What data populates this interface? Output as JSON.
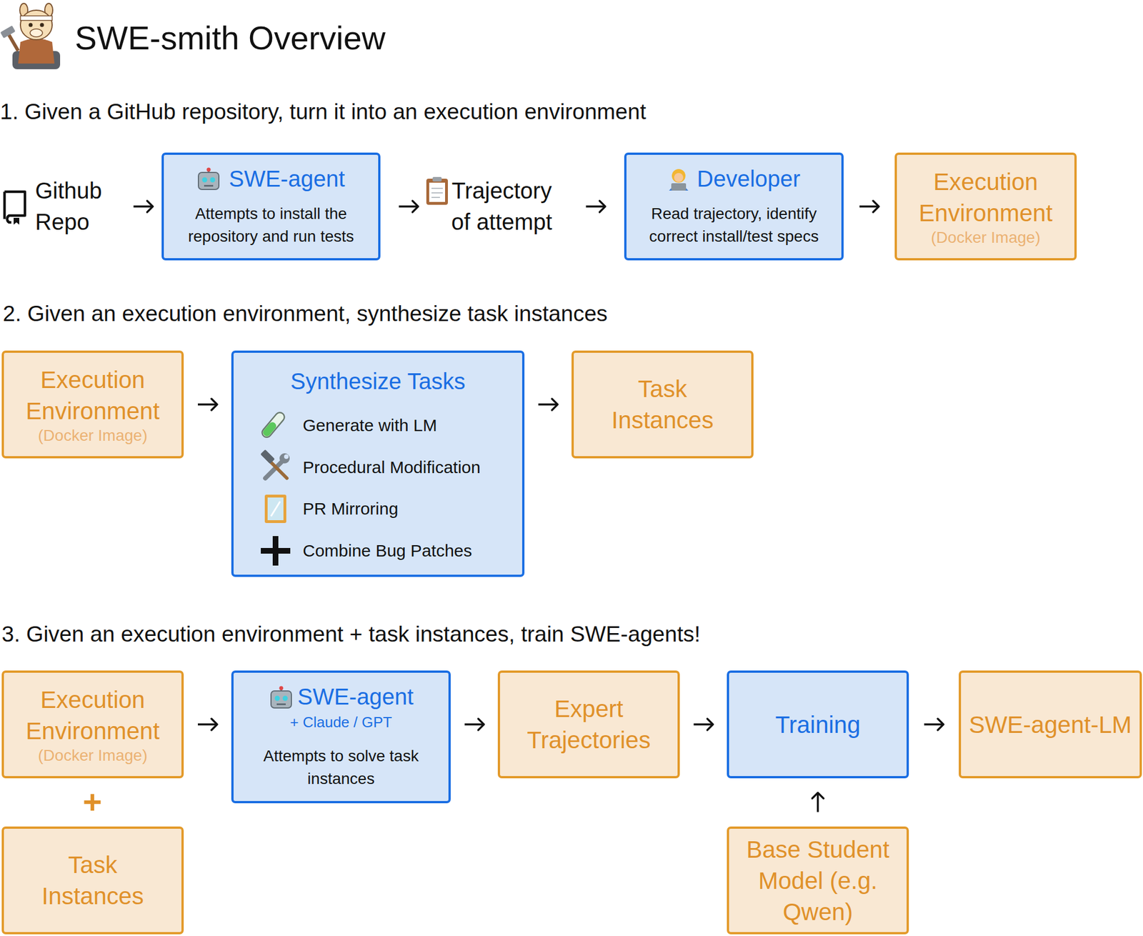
{
  "diagram": {
    "title": "SWE-smith Overview",
    "nodes": [
      {
        "text": [
          "Github Repo"
        ]
      },
      {
        "text": [
          "SWE-agent",
          "Attempts to install the repository and run tests"
        ]
      },
      {
        "text": [
          "Trajectory of attempt"
        ]
      },
      {
        "text": [
          "Developer",
          "Read trajectory, identify correct install/test specs"
        ]
      },
      {
        "text": [
          "Execution Environment",
          "(Docker Image)"
        ]
      },
      {
        "text": [
          "Execution Environment",
          "(Docker Image)"
        ]
      },
      {
        "text": [
          "Synthesize Tasks",
          "Generate with LM",
          "Procedural Modification",
          "PR Mirroring",
          "Combine Bug Patches"
        ]
      },
      {
        "text": [
          "Task Instances"
        ]
      },
      {
        "text": [
          "Execution Environment",
          "(Docker Image)"
        ]
      },
      {
        "text": [
          "SWE-agent",
          "+ Claude / GPT",
          "Attempts to solve task instances"
        ]
      },
      {
        "text": [
          "Expert Trajectories"
        ]
      },
      {
        "text": [
          "Training"
        ]
      },
      {
        "text": [
          "SWE-agent-LM"
        ]
      },
      {
        "text": [
          "Task Instances"
        ]
      },
      {
        "text": [
          "Base Student Model (e.g. Qwen)"
        ]
      }
    ],
    "edges": [
      {
        "from": 0,
        "to": 1,
        "arrow": "to"
      },
      {
        "from": 1,
        "to": 2,
        "arrow": "to"
      },
      {
        "from": 2,
        "to": 3,
        "arrow": "to"
      },
      {
        "from": 3,
        "to": 4,
        "arrow": "to"
      },
      {
        "from": 5,
        "to": 6,
        "arrow": "to"
      },
      {
        "from": 6,
        "to": 7,
        "arrow": "to"
      },
      {
        "from": 8,
        "to": 9,
        "arrow": "to"
      },
      {
        "from": 9,
        "to": 10,
        "arrow": "to"
      },
      {
        "from": 10,
        "to": 11,
        "arrow": "to"
      },
      {
        "from": 11,
        "to": 12,
        "arrow": "to"
      },
      {
        "from": 14,
        "to": 11,
        "arrow": "to"
      }
    ],
    "labels": [
      "1. Given a GitHub repository, turn it into an execution environment",
      "2. Given an execution environment, synthesize task instances",
      "3. Given an execution environment + task instances, train SWE-agents!",
      "+"
    ]
  }
}
